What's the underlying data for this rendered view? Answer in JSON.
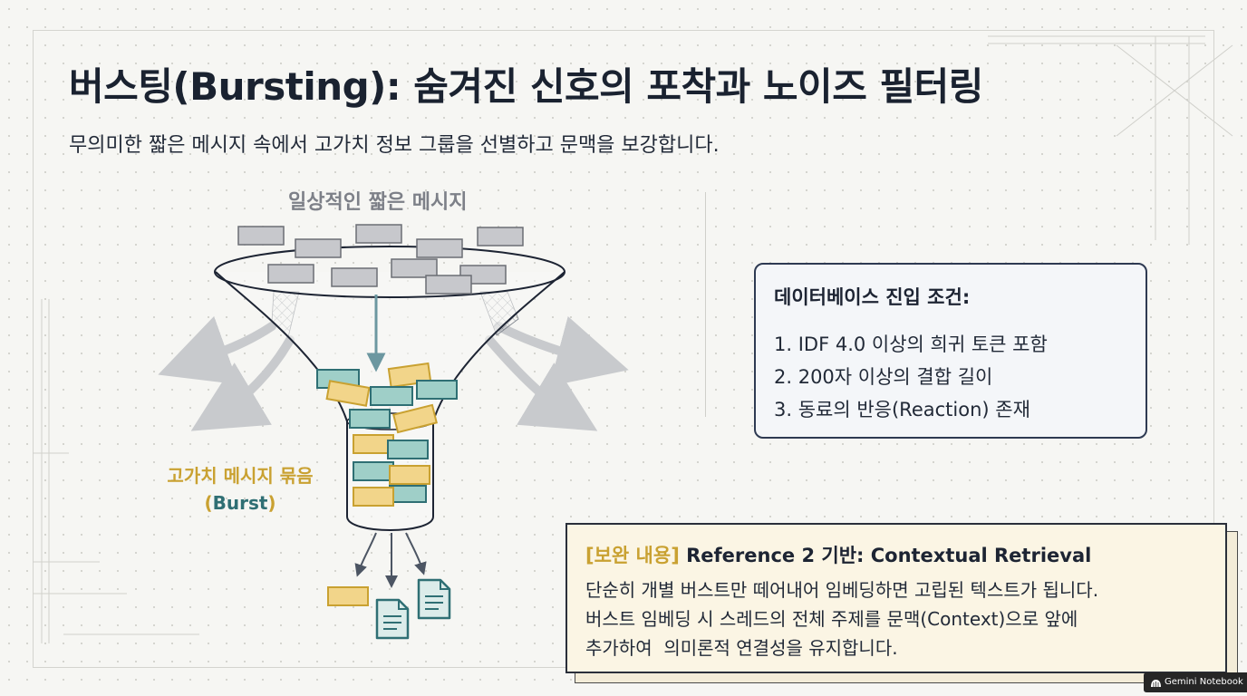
{
  "title": "버스팅(Bursting): 숨겨진 신호의 포착과 노이즈 필터링",
  "subtitle": "무의미한 짧은 메시지 속에서 고가치 정보 그룹을 선별하고 문맥을 보강합니다.",
  "funnel": {
    "top_label": "일상적인 짧은 메시지",
    "burst_label_line1": "고가치 메시지 묶음",
    "burst_label_open": "(",
    "burst_label_word": "Burst",
    "burst_label_close": ")"
  },
  "db_conditions": {
    "title": "데이터베이스 진입 조건:",
    "items": [
      "1. IDF 4.0 이상의 희귀 토큰 포함",
      "2. 200자 이상의 결합 길이",
      "3. 동료의 반응(Reaction) 존재"
    ]
  },
  "note": {
    "tag": "[보완 내용]",
    "title": "Reference 2 기반: Contextual Retrieval",
    "lines": [
      "단순히 개별 버스트만 떼어내어 임베딩하면 고립된 텍스트가 됩니다.",
      "버스트 임베딩 시 스레드의 전체 주제를 문맥(Context)으로 앞에",
      "추가하여  의미론적 연결성을 유지합니다."
    ]
  },
  "colors": {
    "gray_msg": "#c7c8cc",
    "teal_msg": "#9fcfc8",
    "teal_border": "#2f6f74",
    "gold_msg": "#f2d58a",
    "gold_border": "#c9a131",
    "arrow_gray": "#c8cacd"
  },
  "badge": {
    "icon": "gemini-icon",
    "label": "Gemini Notebook"
  }
}
